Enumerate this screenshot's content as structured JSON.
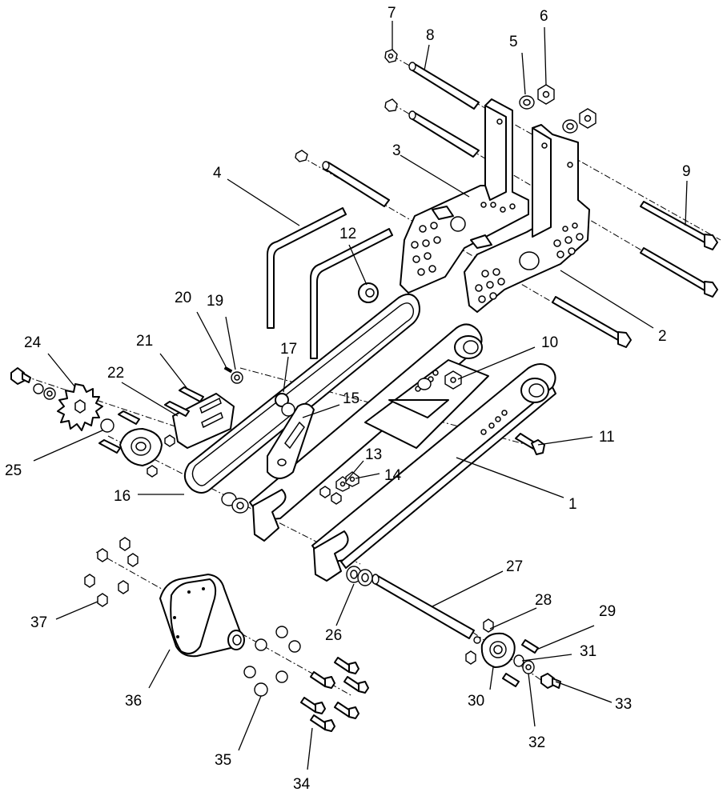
{
  "callouts": [
    {
      "id": "c1",
      "text": "1"
    },
    {
      "id": "c2",
      "text": "2"
    },
    {
      "id": "c3",
      "text": "3"
    },
    {
      "id": "c4",
      "text": "4"
    },
    {
      "id": "c5",
      "text": "5"
    },
    {
      "id": "c6",
      "text": "6"
    },
    {
      "id": "c7",
      "text": "7"
    },
    {
      "id": "c8",
      "text": "8"
    },
    {
      "id": "c9",
      "text": "9"
    },
    {
      "id": "c10",
      "text": "10"
    },
    {
      "id": "c11",
      "text": "11"
    },
    {
      "id": "c12",
      "text": "12"
    },
    {
      "id": "c13",
      "text": "13"
    },
    {
      "id": "c14",
      "text": "14"
    },
    {
      "id": "c15",
      "text": "15"
    },
    {
      "id": "c16",
      "text": "16"
    },
    {
      "id": "c17",
      "text": "17"
    },
    {
      "id": "c19",
      "text": "19"
    },
    {
      "id": "c20",
      "text": "20"
    },
    {
      "id": "c21",
      "text": "21"
    },
    {
      "id": "c22",
      "text": "22"
    },
    {
      "id": "c24",
      "text": "24"
    },
    {
      "id": "c25",
      "text": "25"
    },
    {
      "id": "c26",
      "text": "26"
    },
    {
      "id": "c27",
      "text": "27"
    },
    {
      "id": "c28",
      "text": "28"
    },
    {
      "id": "c29",
      "text": "29"
    },
    {
      "id": "c30",
      "text": "30"
    },
    {
      "id": "c31",
      "text": "31"
    },
    {
      "id": "c32",
      "text": "32"
    },
    {
      "id": "c33",
      "text": "33"
    },
    {
      "id": "c34",
      "text": "34"
    },
    {
      "id": "c35",
      "text": "35"
    },
    {
      "id": "c36",
      "text": "36"
    },
    {
      "id": "c37",
      "text": "37"
    }
  ]
}
